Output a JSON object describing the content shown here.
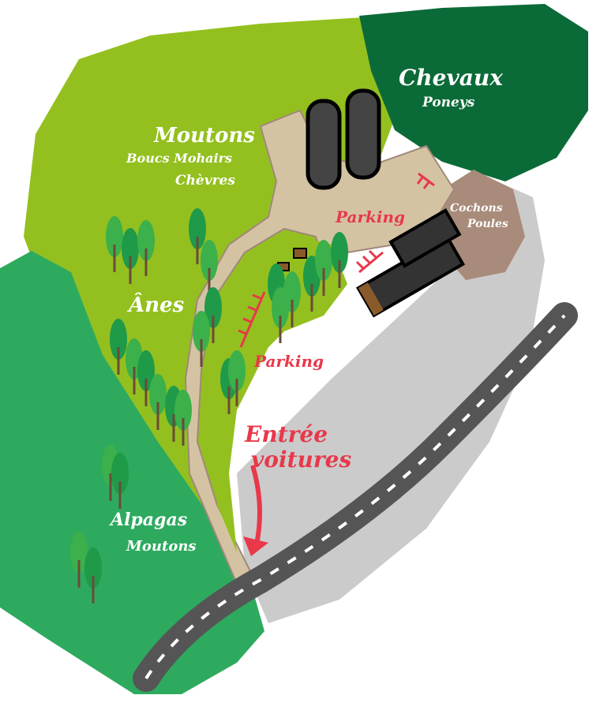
{
  "map": {
    "zones": {
      "chevaux": {
        "title": "Chevaux",
        "sub": "Poneys"
      },
      "moutons": {
        "title": "Moutons",
        "line2": "Boucs Mohairs",
        "line3": "Chèvres"
      },
      "cochons": {
        "line1": "Cochons",
        "line2": "Poules"
      },
      "anes": {
        "title": "Ânes"
      },
      "alpagas": {
        "title": "Alpagas",
        "sub": "Moutons"
      }
    },
    "parking_top": "Parking",
    "parking_bottom": "Parking",
    "entrance": {
      "line1": "Entrée",
      "line2": "voitures"
    },
    "colors": {
      "light_green": "#93c01f",
      "mid_green": "#2eaa5f",
      "dark_green": "#0b6b38",
      "grey": "#cbcbcb",
      "path": "#d4c3a3",
      "pen": "#a88b7a",
      "road": "#555555",
      "red": "#e8384a"
    }
  }
}
